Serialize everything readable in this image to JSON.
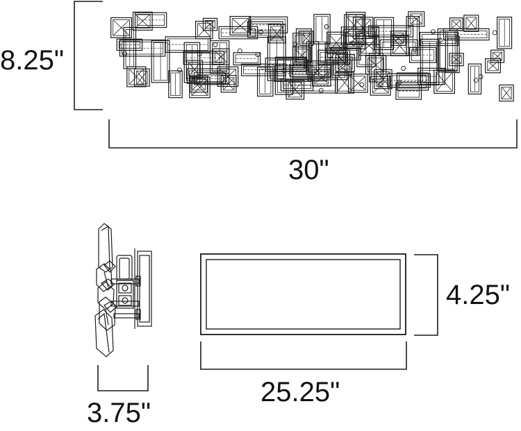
{
  "dimensions": {
    "height_front": "8.25\"",
    "width_front": "30\"",
    "depth_side": "3.75\"",
    "backplate_height": "4.25\"",
    "backplate_width": "25.25\""
  },
  "colors": {
    "stroke": "#1a1a1a",
    "background": "#ffffff"
  }
}
